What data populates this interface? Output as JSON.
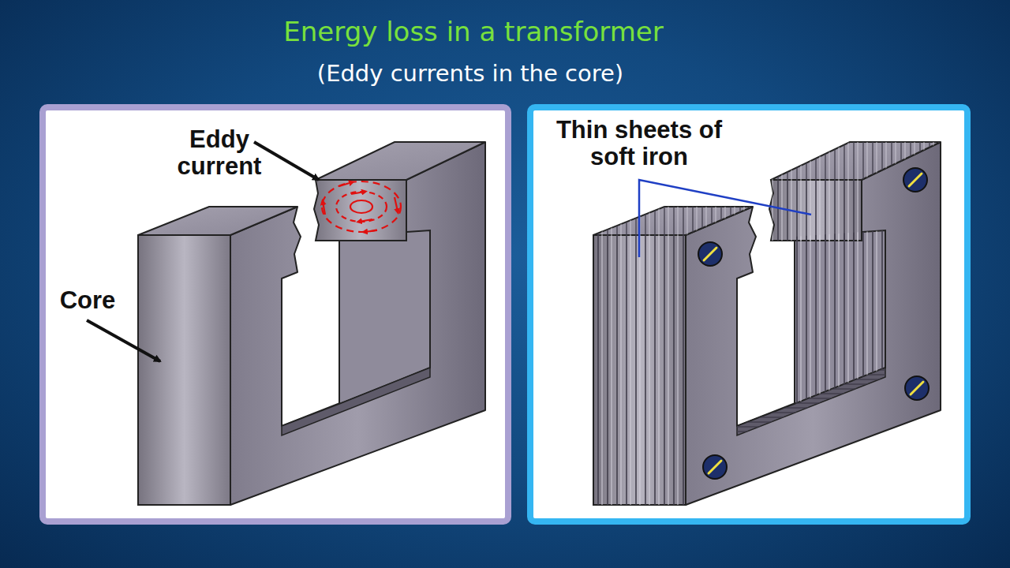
{
  "diagram": {
    "title": "Energy loss in a transformer",
    "caption": "(Eddy currents in the core)",
    "labels": [
      "Eddy current",
      "Core",
      "Thin sheets of soft iron"
    ]
  }
}
